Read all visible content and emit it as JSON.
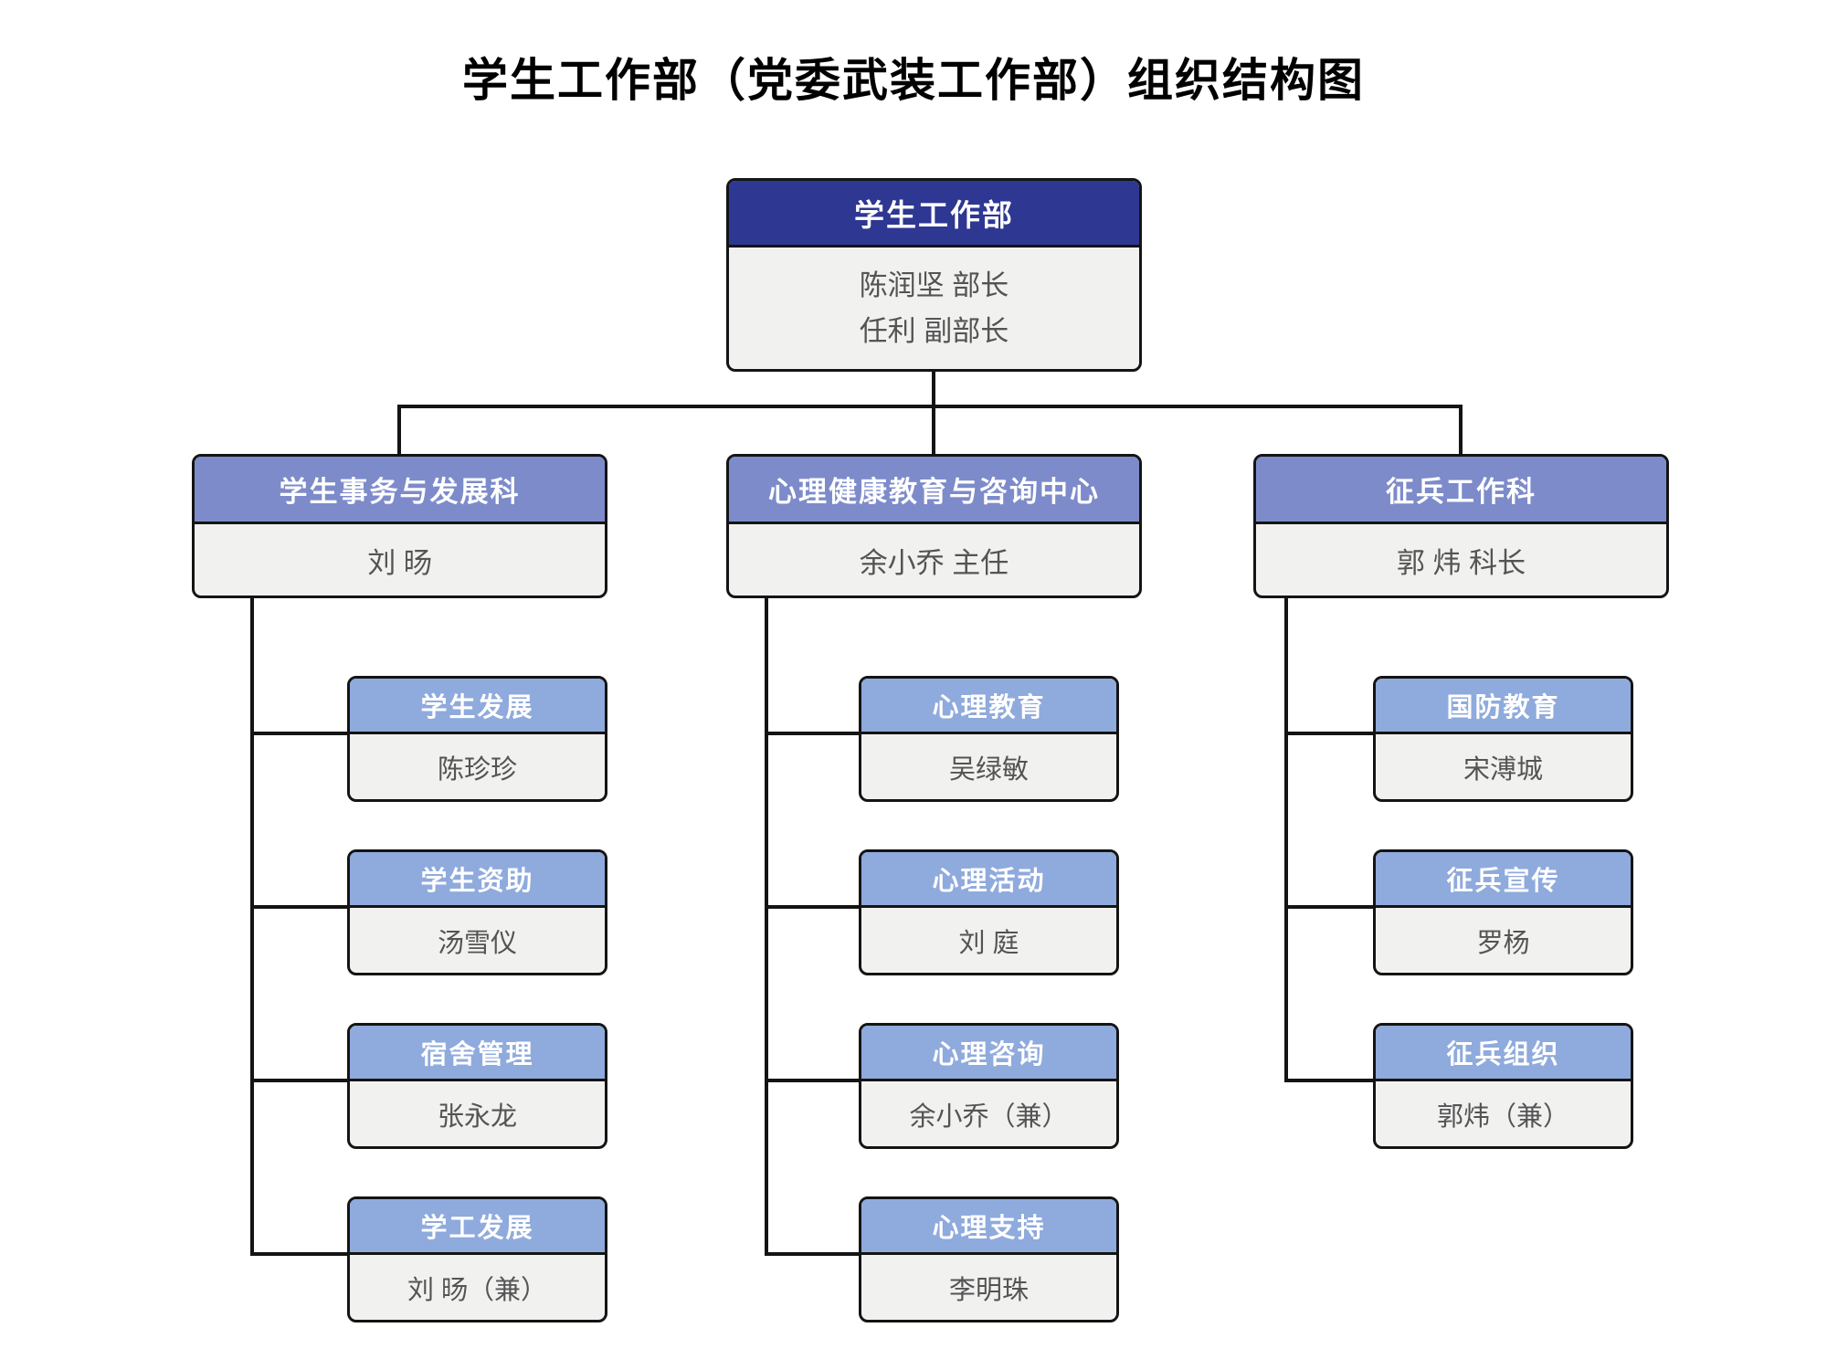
{
  "title": "学生工作部（党委武装工作部）组织结构图",
  "colors": {
    "root_header": "#2e3791",
    "section_header": "#7d8bca",
    "unit_header": "#8faadc",
    "body_bg": "#f1f1f0",
    "border": "#141414",
    "body_text": "#545454",
    "line": "#141414",
    "title_color": "#000000"
  },
  "root": {
    "title": "学生工作部",
    "staff": [
      "陈润坚 部长",
      "任利 副部长"
    ]
  },
  "sections": [
    {
      "title": "学生事务与发展科",
      "leader": "刘 旸",
      "children": [
        {
          "title": "学生发展",
          "name": "陈珍珍"
        },
        {
          "title": "学生资助",
          "name": "汤雪仪"
        },
        {
          "title": "宿舍管理",
          "name": "张永龙"
        },
        {
          "title": "学工发展",
          "name": "刘 旸（兼）"
        }
      ]
    },
    {
      "title": "心理健康教育与咨询中心",
      "leader": "余小乔 主任",
      "children": [
        {
          "title": "心理教育",
          "name": "吴绿敏"
        },
        {
          "title": "心理活动",
          "name": "刘 庭"
        },
        {
          "title": "心理咨询",
          "name": "余小乔（兼）"
        },
        {
          "title": "心理支持",
          "name": "李明珠"
        }
      ]
    },
    {
      "title": "征兵工作科",
      "leader": "郭 炜 科长",
      "children": [
        {
          "title": "国防教育",
          "name": "宋溥城"
        },
        {
          "title": "征兵宣传",
          "name": "罗杨"
        },
        {
          "title": "征兵组织",
          "name": "郭炜（兼）"
        }
      ]
    }
  ]
}
